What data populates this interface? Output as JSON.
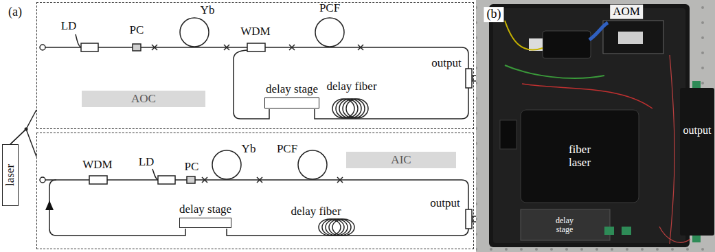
{
  "diagram": {
    "nodes": [
      {
        "text": [
          "AOC"
        ]
      },
      {
        "text": [
          "delay stage"
        ],
        "in": 0
      },
      {
        "text": [
          "laser"
        ]
      },
      {
        "text": [
          "AIC"
        ]
      },
      {
        "text": [
          "delay stage"
        ],
        "in": 3
      }
    ],
    "edges": [
      {
        "from": 2,
        "to": 0,
        "arrow": "none"
      },
      {
        "from": 2,
        "to": 3,
        "arrow": "none"
      }
    ],
    "labels": [
      "(a)",
      "LD",
      "PC",
      "Yb",
      "WDM",
      "PCF",
      "delay fiber",
      "output",
      "WDM",
      "LD",
      "PC",
      "Yb",
      "PCF",
      "delay fiber",
      "output",
      "(b)",
      "AOM",
      "fiber laser",
      "output",
      "delay stage"
    ]
  }
}
